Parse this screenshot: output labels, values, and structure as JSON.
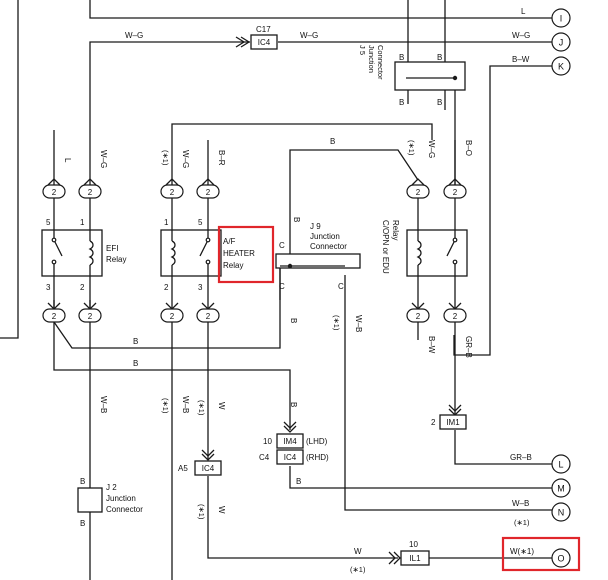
{
  "title": "",
  "terminals": {
    "I": "I",
    "J": "J",
    "K": "K",
    "L": "L",
    "M": "M",
    "N": "N",
    "O": "O"
  },
  "wires": {
    "L_top": "L",
    "WG": "W–G",
    "BW": "B–W",
    "B": "B",
    "BR": "B–R",
    "BO": "B–O",
    "C": "C",
    "GRB": "GR–B",
    "WB": "W–B",
    "W": "W",
    "Wstar1": "W(∗1)"
  },
  "star1": "(∗1)",
  "connectors": {
    "C17": "C17",
    "IC4": "IC4",
    "IM1": "IM1",
    "IM4": "IM4",
    "IL1": "IL1",
    "A5": "A5",
    "C4": "C4",
    "n10": "10",
    "n2": "2",
    "pin2": "2",
    "LHD": "(LHD)",
    "RHD": "(RHD)"
  },
  "junctions": {
    "J5": [
      "J 5",
      "Junction",
      "Connector"
    ],
    "J9": [
      "J 9",
      "Junction",
      "Connector"
    ],
    "J2": [
      "J 2",
      "Junction",
      "Connector"
    ]
  },
  "relays": {
    "efi": [
      "EFI",
      "Relay"
    ],
    "afheater": [
      "A/F",
      "HEATER",
      "Relay"
    ],
    "copn": [
      "C/OPN or EDU",
      "Relay"
    ]
  },
  "pins": {
    "p1": "1",
    "p3": "3",
    "p5": "5",
    "p2": "2"
  },
  "colors": {
    "highlight": "#e0262b",
    "line": "#1a1a1a"
  }
}
